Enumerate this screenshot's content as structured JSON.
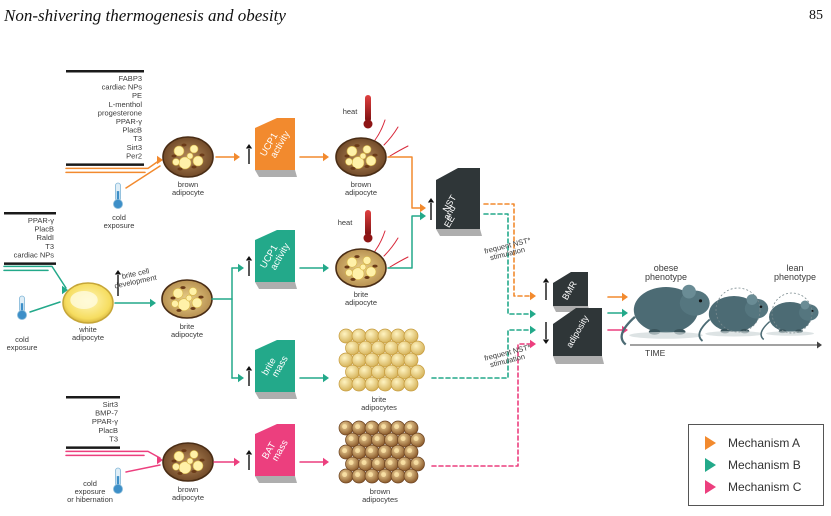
{
  "header": {
    "title": "Non-shivering thermogenesis and obesity",
    "page_number": "85"
  },
  "colors": {
    "mechanism_a": "#f28a2e",
    "mechanism_b": "#23a98a",
    "mechanism_c": "#ec3f7e",
    "dark_box": "#2f3638"
  },
  "lists": {
    "brown_top": [
      "FABP3",
      "cardiac NPs",
      "PE",
      "L-menthol",
      "progesterone",
      "PPAR-γ",
      "PlacB",
      "T3",
      "Sirt3",
      "Per2"
    ],
    "white": [
      "PPAR-γ",
      "PlacB",
      "RaldI",
      "T3",
      "cardiac NPs"
    ],
    "brown_bottom": [
      "Sirt3",
      "BMP-7",
      "PPAR-γ",
      "PlacB",
      "T3"
    ]
  },
  "labels": {
    "cold_exposure_1": [
      "cold",
      "exposure"
    ],
    "cold_exposure_2": [
      "cold",
      "exposure"
    ],
    "cold_exposure_3": [
      "cold",
      "exposure",
      "or hibernation"
    ],
    "brown_adipocyte_1": [
      "brown",
      "adipocyte"
    ],
    "brown_adipocyte_2": [
      "brown",
      "adipocyte"
    ],
    "brown_adipocyte_3": [
      "brown",
      "adipocyte"
    ],
    "white_adipocyte": [
      "white",
      "adipocyte"
    ],
    "brite_adipocyte_1": [
      "brite",
      "adipocyte"
    ],
    "brite_adipocyte_2": [
      "brite",
      "adipocyte"
    ],
    "brite_adipocytes": [
      "brite",
      "adipocytes"
    ],
    "brown_adipocytes": [
      "brown",
      "adipocytes"
    ],
    "brite_cell_development": [
      "brite cell",
      "development"
    ],
    "heat_1": "heat",
    "heat_2": "heat",
    "ucp1_activity_1": [
      "UCP1",
      "activity"
    ],
    "ucp1_activity_2": [
      "UCP1",
      "activity"
    ],
    "brite_mass": [
      "brite",
      "mass"
    ],
    "bat_mass": [
      "BAT",
      "mass"
    ],
    "nst_ee": [
      "NST",
      "and",
      "EE"
    ],
    "bmr": "BMR",
    "adiposity": "adiposity",
    "frequent_nst_1": [
      "frequent NST*",
      "stimulation"
    ],
    "frequent_nst_2": [
      "frequent NST*",
      "stimulation"
    ],
    "obese_phenotype": [
      "obese",
      "phenotype"
    ],
    "lean_phenotype": [
      "lean",
      "phenotype"
    ],
    "time": "TIME"
  },
  "legend": [
    {
      "label": "Mechanism A",
      "color": "#f28a2e"
    },
    {
      "label": "Mechanism B",
      "color": "#23a98a"
    },
    {
      "label": "Mechanism C",
      "color": "#ec3f7e"
    }
  ]
}
